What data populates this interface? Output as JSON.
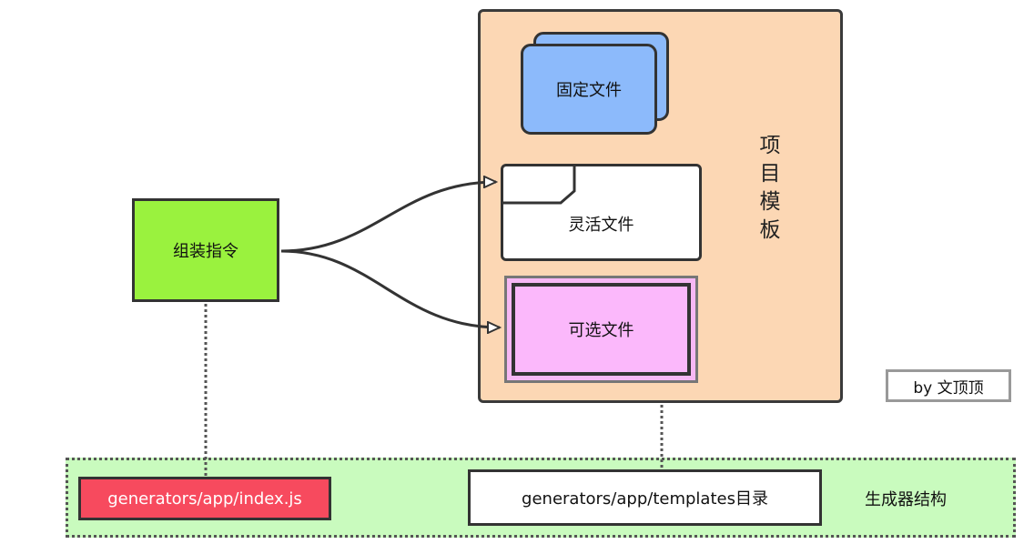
{
  "template": {
    "title": "项目模板",
    "fixed_files": "固定文件",
    "flexible_files": "灵活文件",
    "optional_files": "可选文件"
  },
  "assemble": {
    "label": "组装指令"
  },
  "credit": {
    "label": "by 文顶顶"
  },
  "structure": {
    "label": "生成器结构",
    "index_file": "generators/app/index.js",
    "templates_dir": "generators/app/templates目录"
  },
  "colors": {
    "template_panel": "#fcd7b4",
    "fixed_files": "#8cbafb",
    "optional_files": "#fbb8fb",
    "assemble": "#9af23e",
    "index_file": "#f74a5e",
    "structure_area": "#c9fbbe"
  }
}
